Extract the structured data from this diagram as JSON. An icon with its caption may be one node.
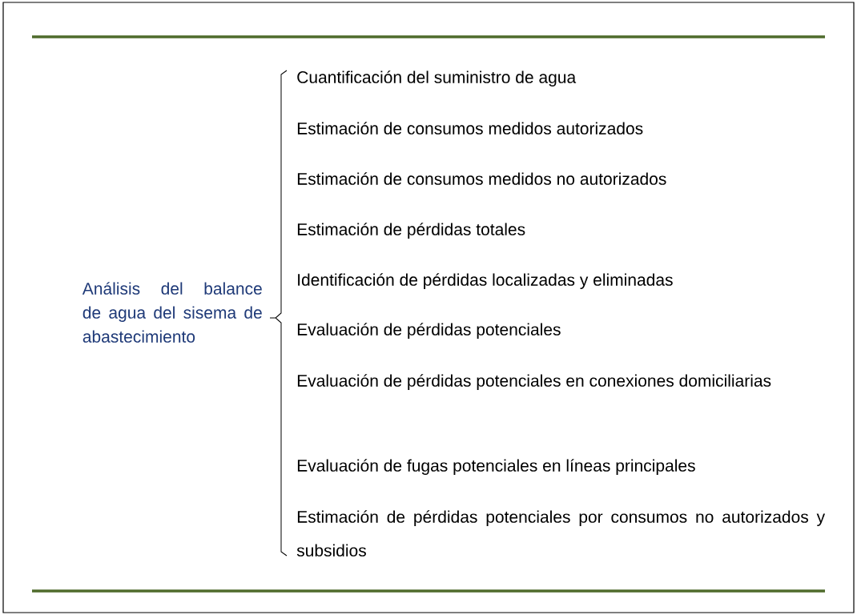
{
  "diagram": {
    "labels": [
      "Análisis del balance de agua del sisema de abastecimiento",
      "Cuantificación del suministro de agua",
      "Estimación de consumos medidos autorizados",
      "Estimación de consumos medidos no autorizados",
      "Estimación de pérdidas totales",
      "Identificación de pérdidas localizadas y eliminadas",
      "Evaluación de pérdidas potenciales",
      "Evaluación de pérdidas potenciales en conexiones domiciliarias",
      "Evaluación de fugas potenciales en líneas principales",
      "Estimación de pérdidas potenciales por consumos no autorizados y subsidios"
    ]
  }
}
